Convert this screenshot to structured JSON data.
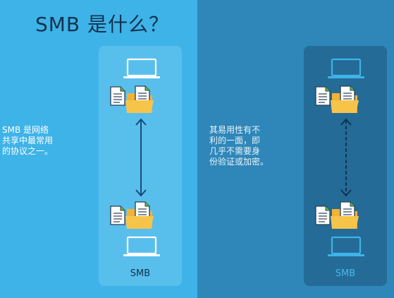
{
  "title": "SMB 是什么？",
  "left": {
    "text_lines": [
      "SMB 是网络",
      "共享中最常用",
      "的协议之一。"
    ],
    "card_label": "SMB"
  },
  "right": {
    "text_lines": [
      "其易用性有不",
      "利的一面，即",
      "几乎不需要身",
      "份验证或加密。"
    ],
    "card_label": "SMB"
  },
  "colors": {
    "left_bg": "#3eb3e8",
    "right_bg": "#2f87b9",
    "left_card": "#58bfec",
    "right_card": "#246b97",
    "title": "#12324f",
    "folder": "#f2b234",
    "accent_green": "#5cbf2a"
  }
}
